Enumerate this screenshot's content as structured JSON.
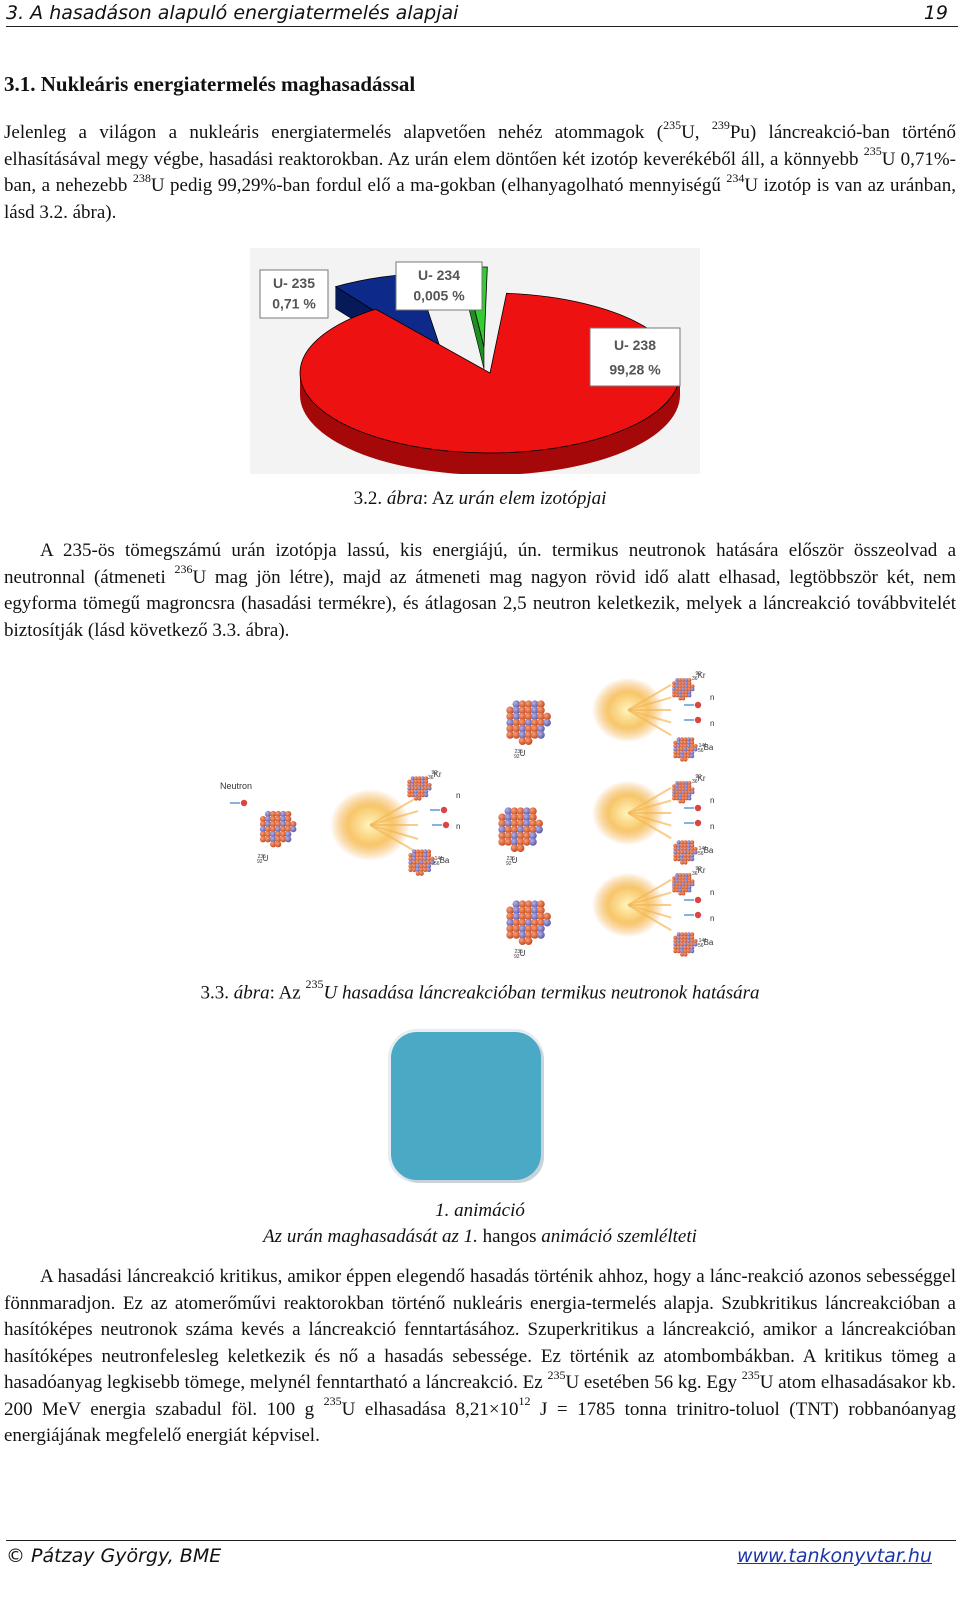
{
  "header": {
    "chapter": "3. A hasadáson alapuló energiatermelés alapjai",
    "page": "19"
  },
  "section_title": "3.1. Nukleáris energiatermelés maghasadással",
  "p1": {
    "t1": "Jelenleg a világon a nukleáris energiatermelés alapvetően nehéz atommagok (",
    "s235": "235",
    "t2": "U, ",
    "s239": "239",
    "t3": "Pu) láncreakció-ban történő elhasításával megy végbe, hasadási reaktorokban. Az urán elem döntően két izotóp keverékéből áll, a könnyebb ",
    "s235b": "235",
    "t4": "U 0,71%-ban, a nehezebb ",
    "s238": "238",
    "t5": "U pedig 99,29%-ban fordul elő a ma-gokban (elhanyagolható mennyiségű ",
    "s234": "234",
    "t6": "U izotóp is van az uránban, lásd 3.2. ábra)."
  },
  "chart_data": {
    "type": "pie",
    "labels": [
      "U- 235",
      "U- 234",
      "U- 238"
    ],
    "values_text": [
      "0,71 %",
      "0,005 %",
      "99,28 %"
    ],
    "values": [
      0.71,
      0.005,
      99.28
    ],
    "colors": [
      "#0d2a8a",
      "#33cc33",
      "#ee1111"
    ],
    "background": "#f3f3f3"
  },
  "fig32": {
    "num": "3.2. ",
    "word": "ábra",
    "rest": ": Az ",
    "ital": "urán elem izotópjai"
  },
  "p2": {
    "t1": "A 235-ös tömegszámú urán izotópja lassú, kis energiájú, ún. termikus neutronok hatására először összeolvad a neutronnal (átmeneti ",
    "s236": "236",
    "t2": "U mag jön létre), majd az átmeneti mag nagyon rövid idő alatt elhasad, legtöbbször két, nem egyforma tömegű magroncsra (hasadási termékre), és átlagosan 2,5 neutron keletkezik, melyek a láncreakció továbbvitelét biztosítják (lásd következő 3.3. ábra)."
  },
  "diagram": {
    "neutron_label": "Neutron",
    "kr": "Kr",
    "kr_mass": "92",
    "kr_z": "36",
    "ba": "Ba",
    "ba_mass": "141",
    "ba_z": "56",
    "u": "U",
    "u_mass": "235",
    "u_z": "92",
    "n": "n"
  },
  "fig33": {
    "num": "3.3. ",
    "word": "ábra",
    "rest": ": Az ",
    "sup": "235",
    "ital": "U hasadása láncreakcióban termikus neutronok hatására"
  },
  "animation": {
    "line1": "1. animáció",
    "l2a": "Az urán maghasadását az 1. ",
    "l2b": "hangos",
    "l2c": " animáció szemlélteti"
  },
  "p3": {
    "t1": "A hasadási láncreakció kritikus, amikor éppen elegendő hasadás történik ahhoz, hogy a lánc-reakció azonos sebességgel fönnmaradjon. Ez az atomerőművi reaktorokban történő nukleáris energia-termelés alapja. Szubkritikus láncreakcióban a hasítóképes neutronok száma kevés a láncreakció fenntartásához. Szuperkritikus a láncreakció, amikor a láncreakcióban hasítóképes neutronfelesleg keletkezik és nő a hasadás sebessége. Ez történik az atombombákban. A kritikus tömeg a hasadóanyag legkisebb tömege, melynél fenntartható a láncreakció. Ez ",
    "s1": "235",
    "t2": "U esetében 56 kg. Egy ",
    "s2": "235",
    "t3": "U atom elhasadásakor kb. 200 MeV energia szabadul föl. 100 g ",
    "s3": "235",
    "t4": "U elhasadása 8,21×10",
    "s4": "12",
    "t5": " J = 1785 tonna trinitro-toluol (TNT) robbanóanyag energiájának megfelelő energiát képvisel."
  },
  "footer": {
    "author": "© Pátzay György, BME",
    "site": "www.tankonyvtar.hu"
  }
}
